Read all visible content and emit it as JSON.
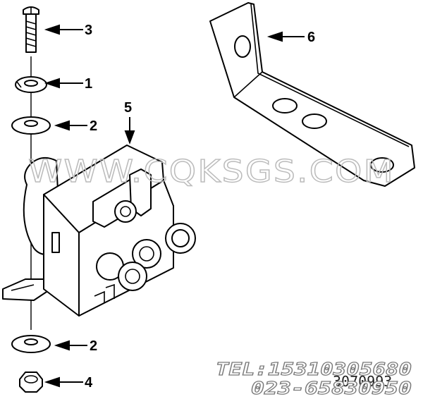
{
  "callouts": [
    {
      "id": "1",
      "label": "1"
    },
    {
      "id": "2a",
      "label": "2"
    },
    {
      "id": "2b",
      "label": "2"
    },
    {
      "id": "3",
      "label": "3"
    },
    {
      "id": "4",
      "label": "4"
    },
    {
      "id": "5",
      "label": "5"
    },
    {
      "id": "6",
      "label": "6"
    }
  ],
  "watermark": {
    "site": "WWW.CQKSGS.COM",
    "tel_line": "TEL:15310305680",
    "phone_line": "023-65830950"
  },
  "drawing_code": "3070993"
}
